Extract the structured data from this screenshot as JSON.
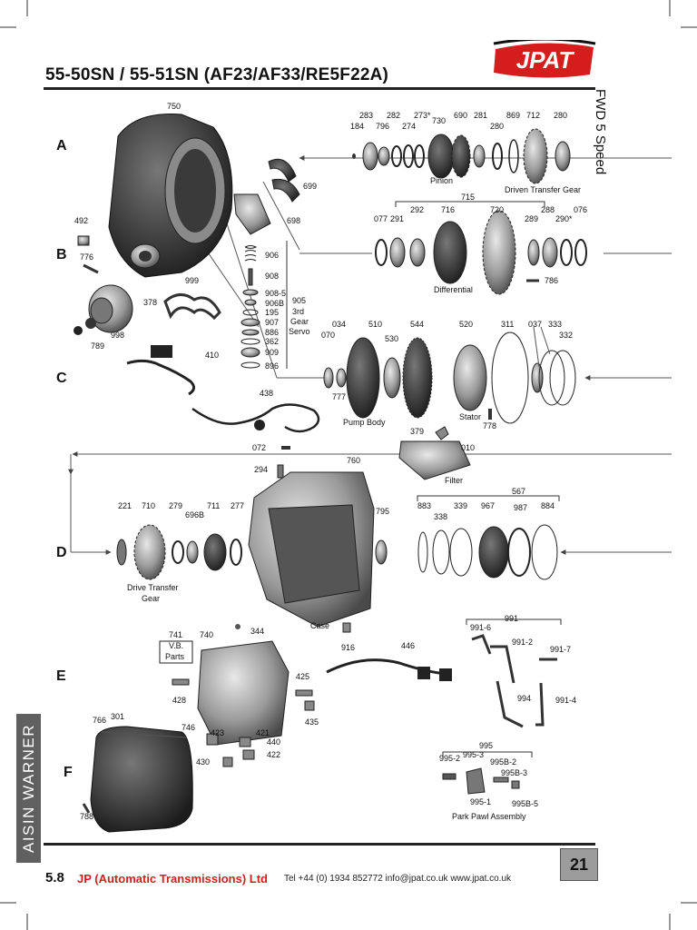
{
  "header": {
    "title": "55-50SN / 55-51SN (AF23/AF33/RE5F22A)",
    "logo_text": "JPAT",
    "side_label": "FWD 5 Speed"
  },
  "rows": [
    "A",
    "B",
    "C",
    "D",
    "E",
    "F"
  ],
  "brand_tab": "AISIN WARNER",
  "page_number": "21",
  "footer": {
    "section": "5.8",
    "company": "JP (Automatic Transmissions) Ltd",
    "contact": "Tel +44 (0) 1934 852772   info@jpat.co.uk   www.jpat.co.uk"
  },
  "labels": {
    "750": "750",
    "699": "699",
    "698": "698",
    "492": "492",
    "776": "776",
    "906": "906",
    "908": "908",
    "908_5": "908-5",
    "906B": "906B",
    "195": "195",
    "907": "907",
    "886": "886",
    "362": "362",
    "909": "909",
    "896": "896",
    "905": "905",
    "third": "3rd",
    "gear": "Gear",
    "servo": "Servo",
    "999": "999",
    "378": "378",
    "998": "998",
    "789": "789",
    "410": "410",
    "438": "438",
    "072": "072",
    "777": "777",
    "pump_body": "Pump Body",
    "283": "283",
    "184": "184",
    "796": "796",
    "282": "282",
    "274": "274",
    "273": "273*",
    "730": "730",
    "690": "690",
    "281": "281",
    "280a": "280",
    "869": "869",
    "712": "712",
    "280b": "280",
    "pinion": "Pinion",
    "driven_transfer_gear": "Driven Transfer Gear",
    "715": "715",
    "077": "077",
    "291": "291",
    "292": "292",
    "716": "716",
    "720": "720",
    "289": "289",
    "288": "288",
    "290": "290*",
    "076": "076",
    "differential": "Differential",
    "786": "786",
    "034": "034",
    "510": "510",
    "544": "544",
    "520": "520",
    "311": "311",
    "037": "037",
    "333": "333",
    "332": "332",
    "070": "070",
    "530": "530",
    "stator": "Stator",
    "778": "778",
    "379": "379",
    "010": "010",
    "filter": "Filter",
    "294": "294",
    "760": "760",
    "795": "795",
    "221": "221",
    "710": "710",
    "279": "279",
    "696B": "696B",
    "711": "711",
    "277": "277",
    "drive_transfer": "Drive Transfer",
    "gear_word": "Gear",
    "case": "Case",
    "567": "567",
    "883": "883",
    "338": "338",
    "339": "339",
    "967": "967",
    "987": "987",
    "884": "884",
    "741": "741",
    "vb": "V.B.",
    "parts": "Parts",
    "740": "740",
    "344": "344",
    "916": "916",
    "446": "446",
    "425": "425",
    "428": "428",
    "435": "435",
    "746": "746",
    "423": "423",
    "421": "421",
    "440": "440",
    "422": "422",
    "430": "430",
    "766": "766",
    "301": "301",
    "788": "788",
    "991": "991",
    "991_6": "991-6",
    "991_2": "991-2",
    "991_7": "991-7",
    "994": "994",
    "991_4": "991-4",
    "995": "995",
    "995_2": "995-2",
    "995_3": "995-3",
    "995B_2": "995B-2",
    "995B_3": "995B-3",
    "995_1": "995-1",
    "995B_5": "995B-5",
    "park_pawl_assembly": "Park Pawl Assembly"
  },
  "colors": {
    "logo_red": "#d61d1d",
    "tab_grey": "#606060",
    "page_box": "#9c9c9c"
  }
}
